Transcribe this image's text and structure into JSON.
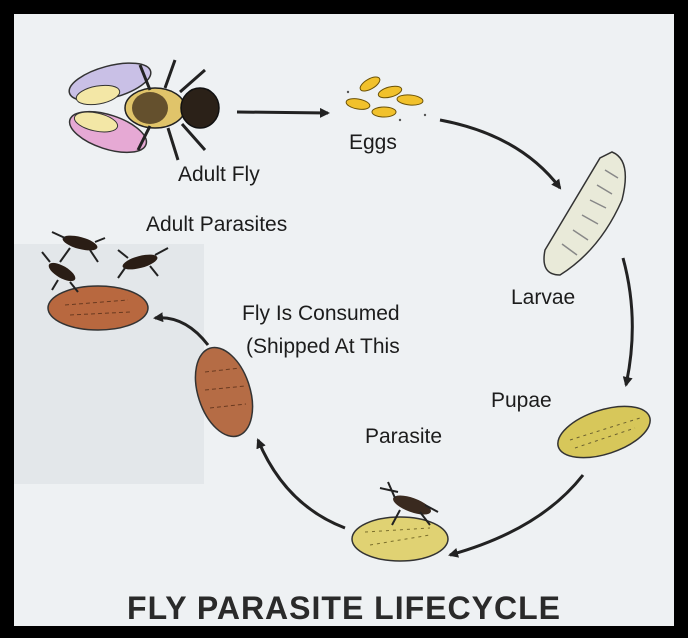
{
  "diagram": {
    "title": "FLY PARASITE LIFECYCLE",
    "stages": {
      "adult_fly": "Adult Fly",
      "eggs": "Eggs",
      "larvae": "Larvae",
      "pupae": "Pupae",
      "parasite": "Parasite",
      "fly_consumed_line1": "Fly Is Consumed",
      "fly_consumed_line2": "(Shipped At This",
      "adult_parasites": "Adult Parasites"
    }
  }
}
